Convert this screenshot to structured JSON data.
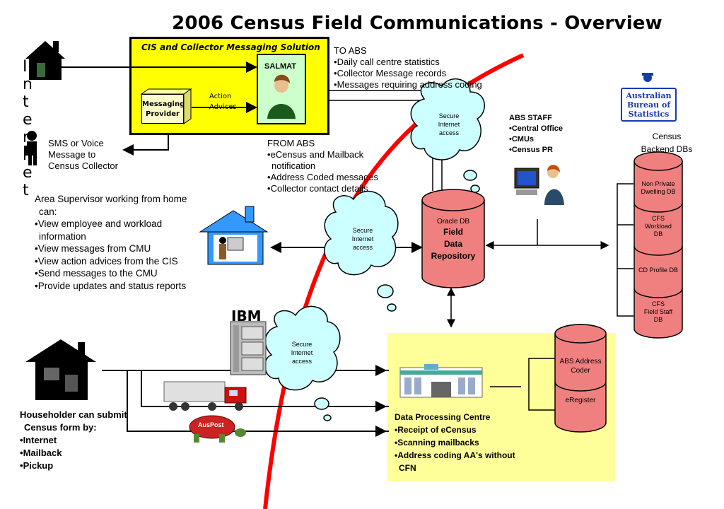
{
  "title": "2006 Census Field Communications - Overview",
  "internet_vertical": [
    "I",
    "n",
    "t",
    "e",
    "r",
    "n",
    "e",
    "t"
  ],
  "cis": {
    "title": "CIS and Collector Messaging Solution",
    "salmat": "SALMAT",
    "messaging_provider": [
      "Messaging",
      "Provider"
    ],
    "action_advices": [
      "Action",
      "Advices"
    ]
  },
  "to_abs": {
    "heading": "TO ABS",
    "items": [
      "Daily call centre statistics",
      "Collector Message records",
      "Messages requiring  address coding"
    ]
  },
  "from_abs": {
    "heading": "FROM ABS",
    "items": [
      "eCensus and Mailback",
      "notification",
      "Address Coded messages",
      "Collector contact details"
    ]
  },
  "sms_text": [
    "SMS or Voice",
    "Message to",
    "Census Collector"
  ],
  "area_supervisor": {
    "heading": [
      "Area Supervisor working from home",
      "can:"
    ],
    "items": [
      "View employee and workload",
      "information",
      "View messages from CMU",
      "View action advices from the CIS",
      "Send messages to the CMU",
      "Provide updates and status reports"
    ]
  },
  "clouds": {
    "top": [
      "Secure",
      "Internet",
      "access"
    ],
    "middle": [
      "Secure",
      "Internet",
      "access"
    ],
    "bottom": [
      "Secure",
      "Internet",
      "access"
    ]
  },
  "abs_staff": {
    "heading": "ABS STAFF",
    "items": [
      "Central Office",
      "CMUs",
      "Census PR"
    ]
  },
  "abs_logo": [
    "Australian",
    "Bureau of",
    "Statistics"
  ],
  "census_backend": [
    "Census",
    "Backend DBs"
  ],
  "oracle": {
    "label": "Oracle DB",
    "name": [
      "Field",
      "Data",
      "Repository"
    ]
  },
  "backend_dbs": [
    [
      "Non Private",
      "Dwelling DB"
    ],
    [
      "CFS",
      "Workload",
      "DB"
    ],
    [
      "CD Profile DB"
    ],
    [
      "CFS",
      "Field Staff",
      "DB"
    ]
  ],
  "ibm": "IBM",
  "householder": {
    "heading": [
      "Householder can submit",
      "Census form by:"
    ],
    "items": [
      "Internet",
      "Mailback",
      "Pickup"
    ]
  },
  "auspost": "AusPost",
  "dpc": {
    "heading": "Data Processing Centre",
    "items": [
      "Receipt of eCensus",
      "Scanning mailbacks",
      "Address coding AA's without",
      "CFN"
    ]
  },
  "address_coder": [
    "ABS Address",
    "Coder"
  ],
  "eregister": "eRegister",
  "colors": {
    "yellow": "#ffff00",
    "db_pink": "#f08080",
    "cloud": "#ccffff",
    "red_line": "#ff0000",
    "dpc_bg": "#ffff99"
  }
}
